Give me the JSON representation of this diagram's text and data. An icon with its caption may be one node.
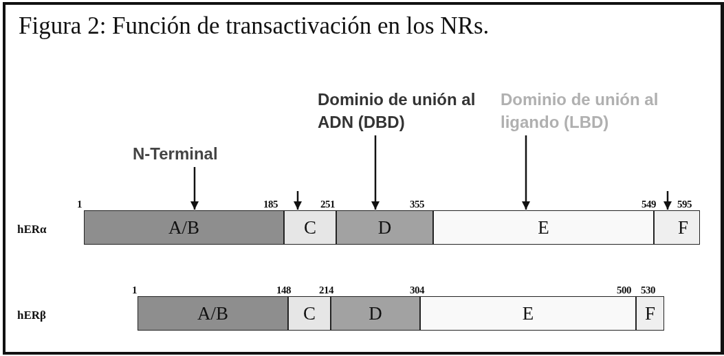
{
  "diagram": {
    "title": "Figura 2: Función de transactivación en los NRs.",
    "nodes": [
      {
        "text": [
          "N-Terminal"
        ]
      },
      {
        "text": [
          "Dominio de unión al ADN (DBD)"
        ]
      },
      {
        "text": [
          "Dominio de unión al ligando (LBD)"
        ]
      },
      {
        "text": [
          "A/B"
        ]
      },
      {
        "text": [
          "C"
        ]
      },
      {
        "text": [
          "D"
        ]
      },
      {
        "text": [
          "E"
        ]
      },
      {
        "text": [
          "F"
        ]
      },
      {
        "text": [
          "A/B"
        ]
      },
      {
        "text": [
          "C"
        ]
      },
      {
        "text": [
          "D"
        ]
      },
      {
        "text": [
          "E"
        ]
      },
      {
        "text": [
          "F"
        ]
      }
    ],
    "edges": [
      {
        "from": 0,
        "to": 3,
        "arrow": "to"
      },
      {
        "from": null,
        "to": 4,
        "arrow": "to"
      },
      {
        "from": 1,
        "to": 5,
        "arrow": "to"
      },
      {
        "from": 2,
        "to": 6,
        "arrow": "to"
      },
      {
        "from": null,
        "to": 7,
        "arrow": "to"
      }
    ],
    "labels": [
      "1",
      "185",
      "251",
      "355",
      "549",
      "595",
      "hERα",
      "1",
      "148",
      "214",
      "304",
      "500",
      "530",
      "hERβ"
    ]
  }
}
